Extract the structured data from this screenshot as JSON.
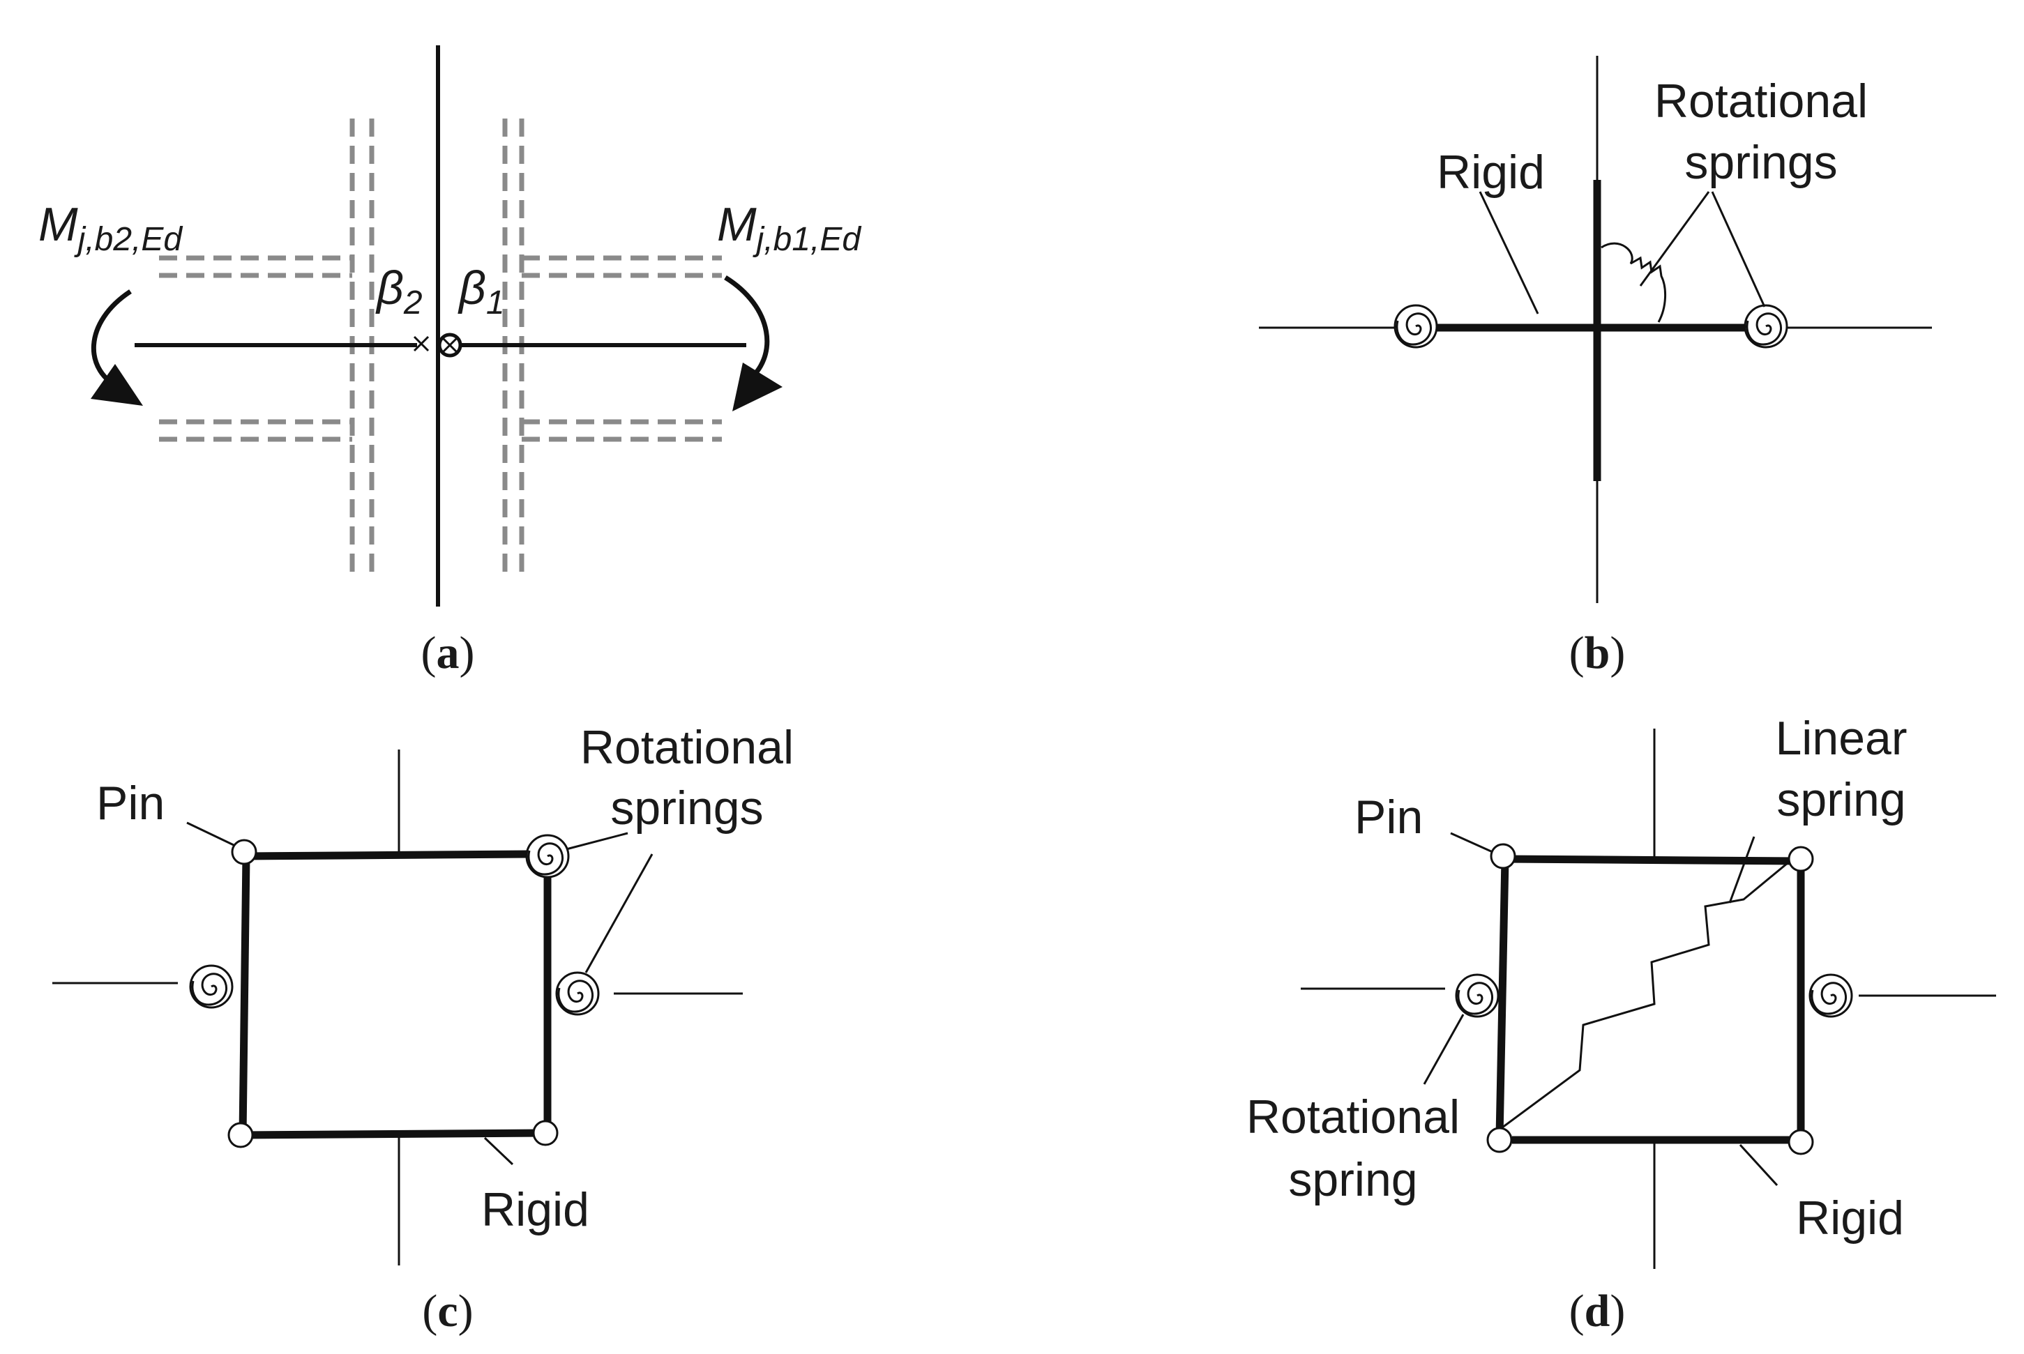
{
  "panel_a": {
    "moment_left": {
      "main": "M",
      "sub": "j,b2,Ed"
    },
    "moment_right": {
      "main": "M",
      "sub": "j,b1,Ed"
    },
    "beta_left": {
      "main": "β",
      "sub": "2"
    },
    "beta_right": {
      "main": "β",
      "sub": "1"
    },
    "caption": {
      "open": "(",
      "letter": "a",
      "close": ")"
    }
  },
  "panel_b": {
    "rigid_label": "Rigid",
    "springs_label_line1": "Rotational",
    "springs_label_line2": "springs",
    "caption": {
      "open": "(",
      "letter": "b",
      "close": ")"
    }
  },
  "panel_c": {
    "pin_label": "Pin",
    "springs_label_line1": "Rotational",
    "springs_label_line2": "springs",
    "rigid_label": "Rigid",
    "caption": {
      "open": "(",
      "letter": "c",
      "close": ")"
    }
  },
  "panel_d": {
    "pin_label": "Pin",
    "linear_label_line1": "Linear",
    "linear_label_line2": "spring",
    "rot_label_line1": "Rotational",
    "rot_label_line2": "spring",
    "rigid_label": "Rigid",
    "caption": {
      "open": "(",
      "letter": "d",
      "close": ")"
    }
  }
}
